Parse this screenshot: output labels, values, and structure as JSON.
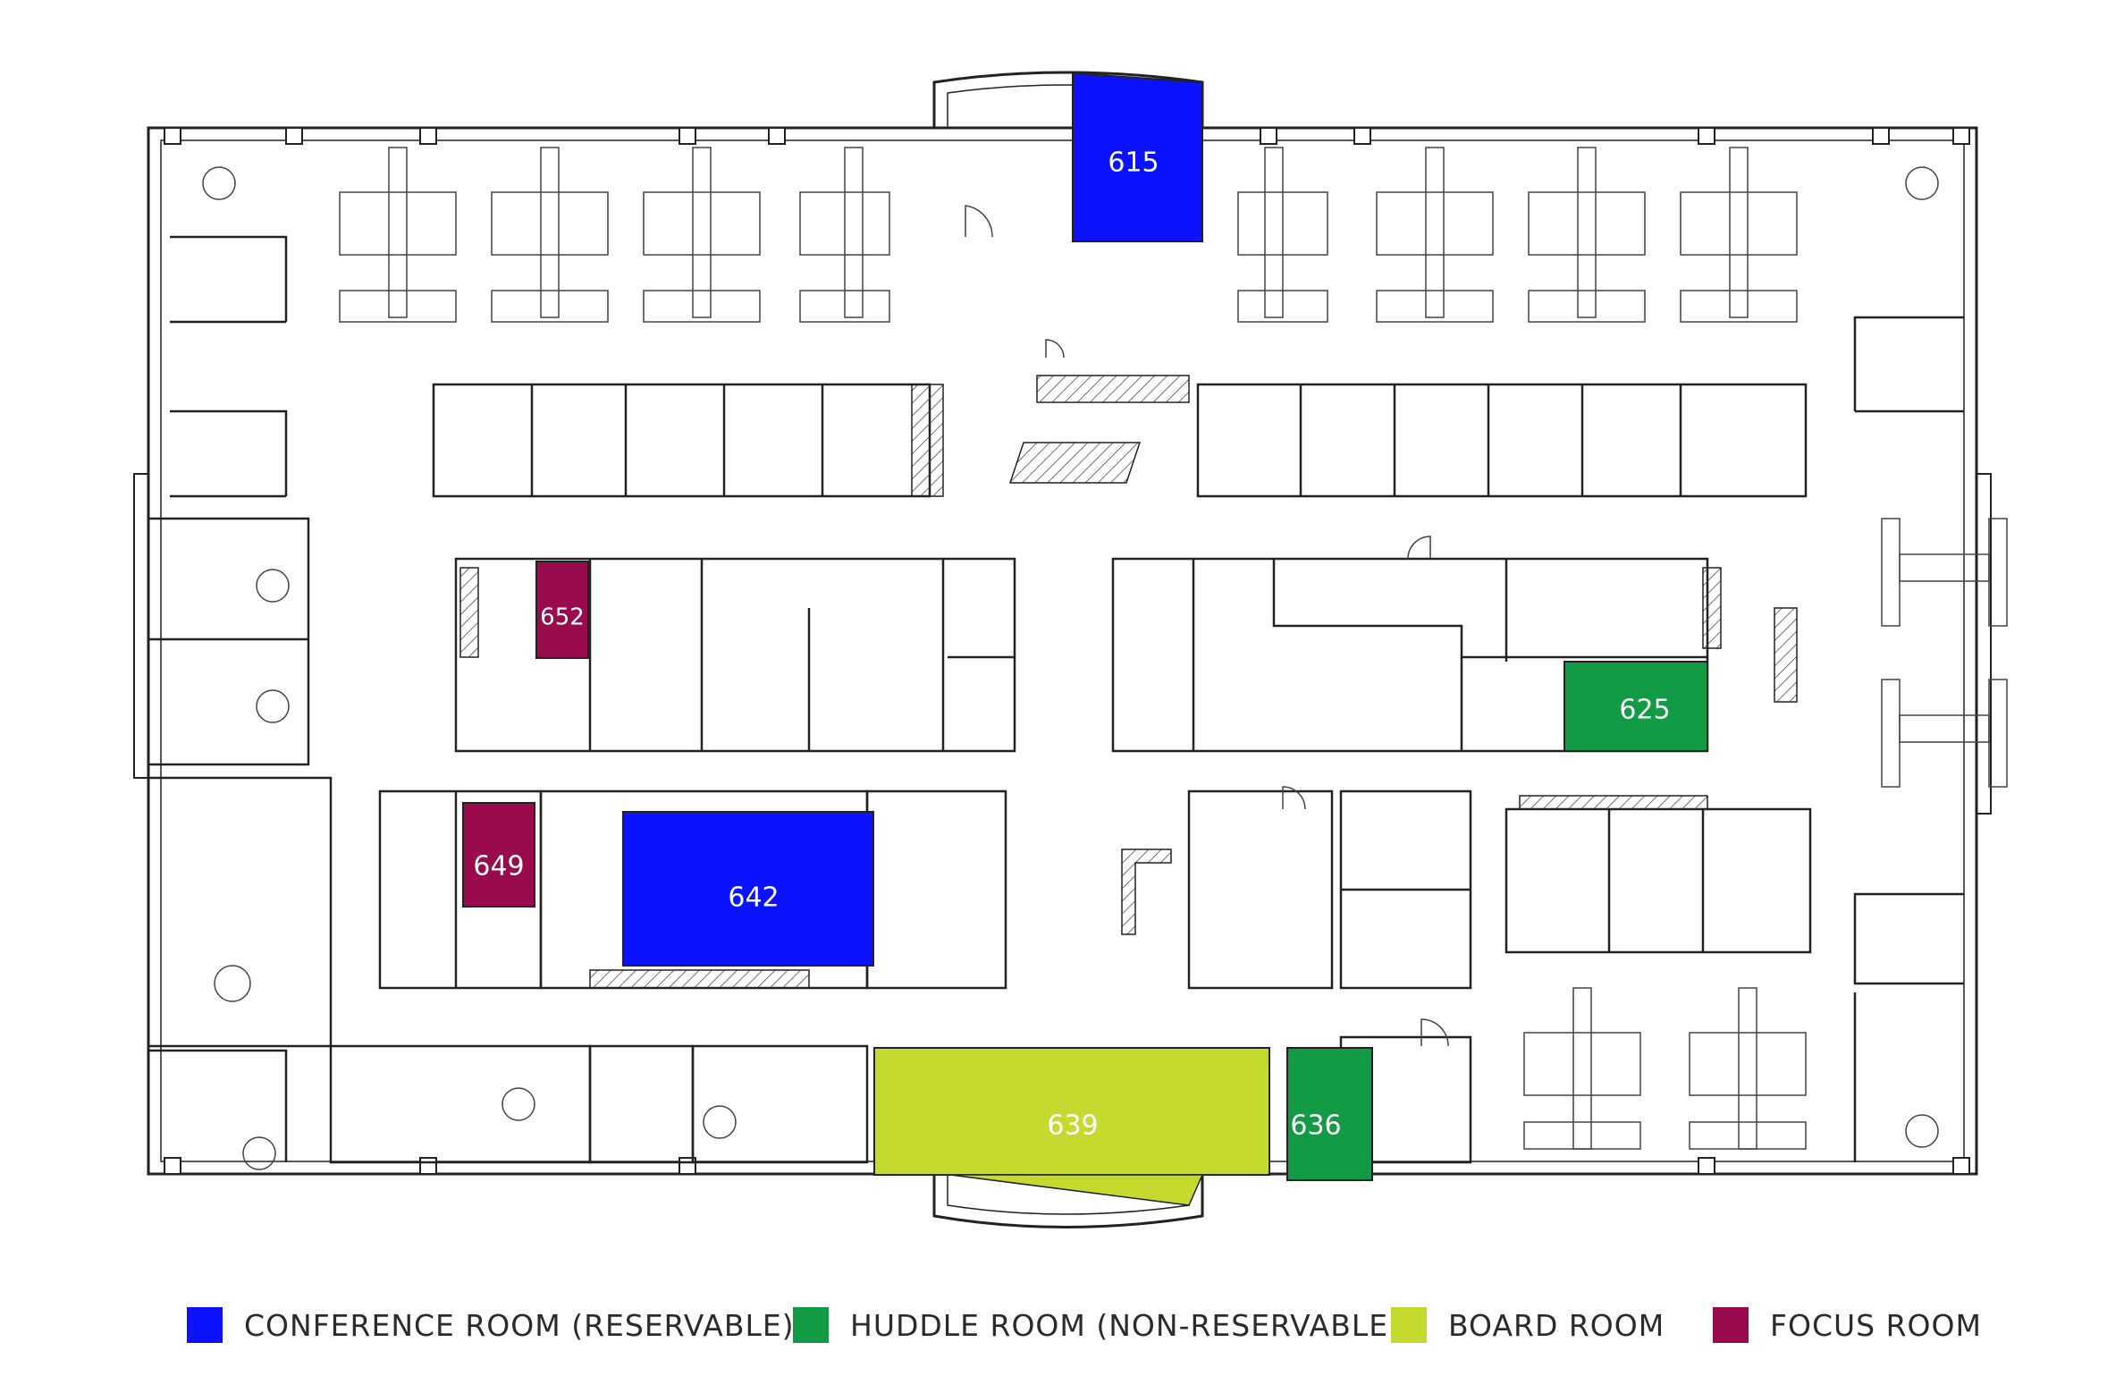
{
  "map": {
    "rooms": [
      {
        "id": "615",
        "label": "615",
        "type": "conference"
      },
      {
        "id": "652",
        "label": "652",
        "type": "focus"
      },
      {
        "id": "625",
        "label": "625",
        "type": "huddle"
      },
      {
        "id": "649",
        "label": "649",
        "type": "focus"
      },
      {
        "id": "642",
        "label": "642",
        "type": "conference"
      },
      {
        "id": "639",
        "label": "639",
        "type": "board"
      },
      {
        "id": "636",
        "label": "636",
        "type": "huddle"
      }
    ]
  },
  "legend": [
    {
      "key": "conference",
      "label": "CONFERENCE ROOM (RESERVABLE)",
      "color": "#0a12ff"
    },
    {
      "key": "huddle",
      "label": "HUDDLE ROOM (NON-RESERVABLE)",
      "color": "#129a45"
    },
    {
      "key": "board",
      "label": "BOARD ROOM",
      "color": "#c6d92e"
    },
    {
      "key": "focus",
      "label": "FOCUS ROOM",
      "color": "#990b4c"
    }
  ],
  "colors": {
    "wall": "#222222",
    "furniture": "#555555",
    "background": "#ffffff"
  }
}
